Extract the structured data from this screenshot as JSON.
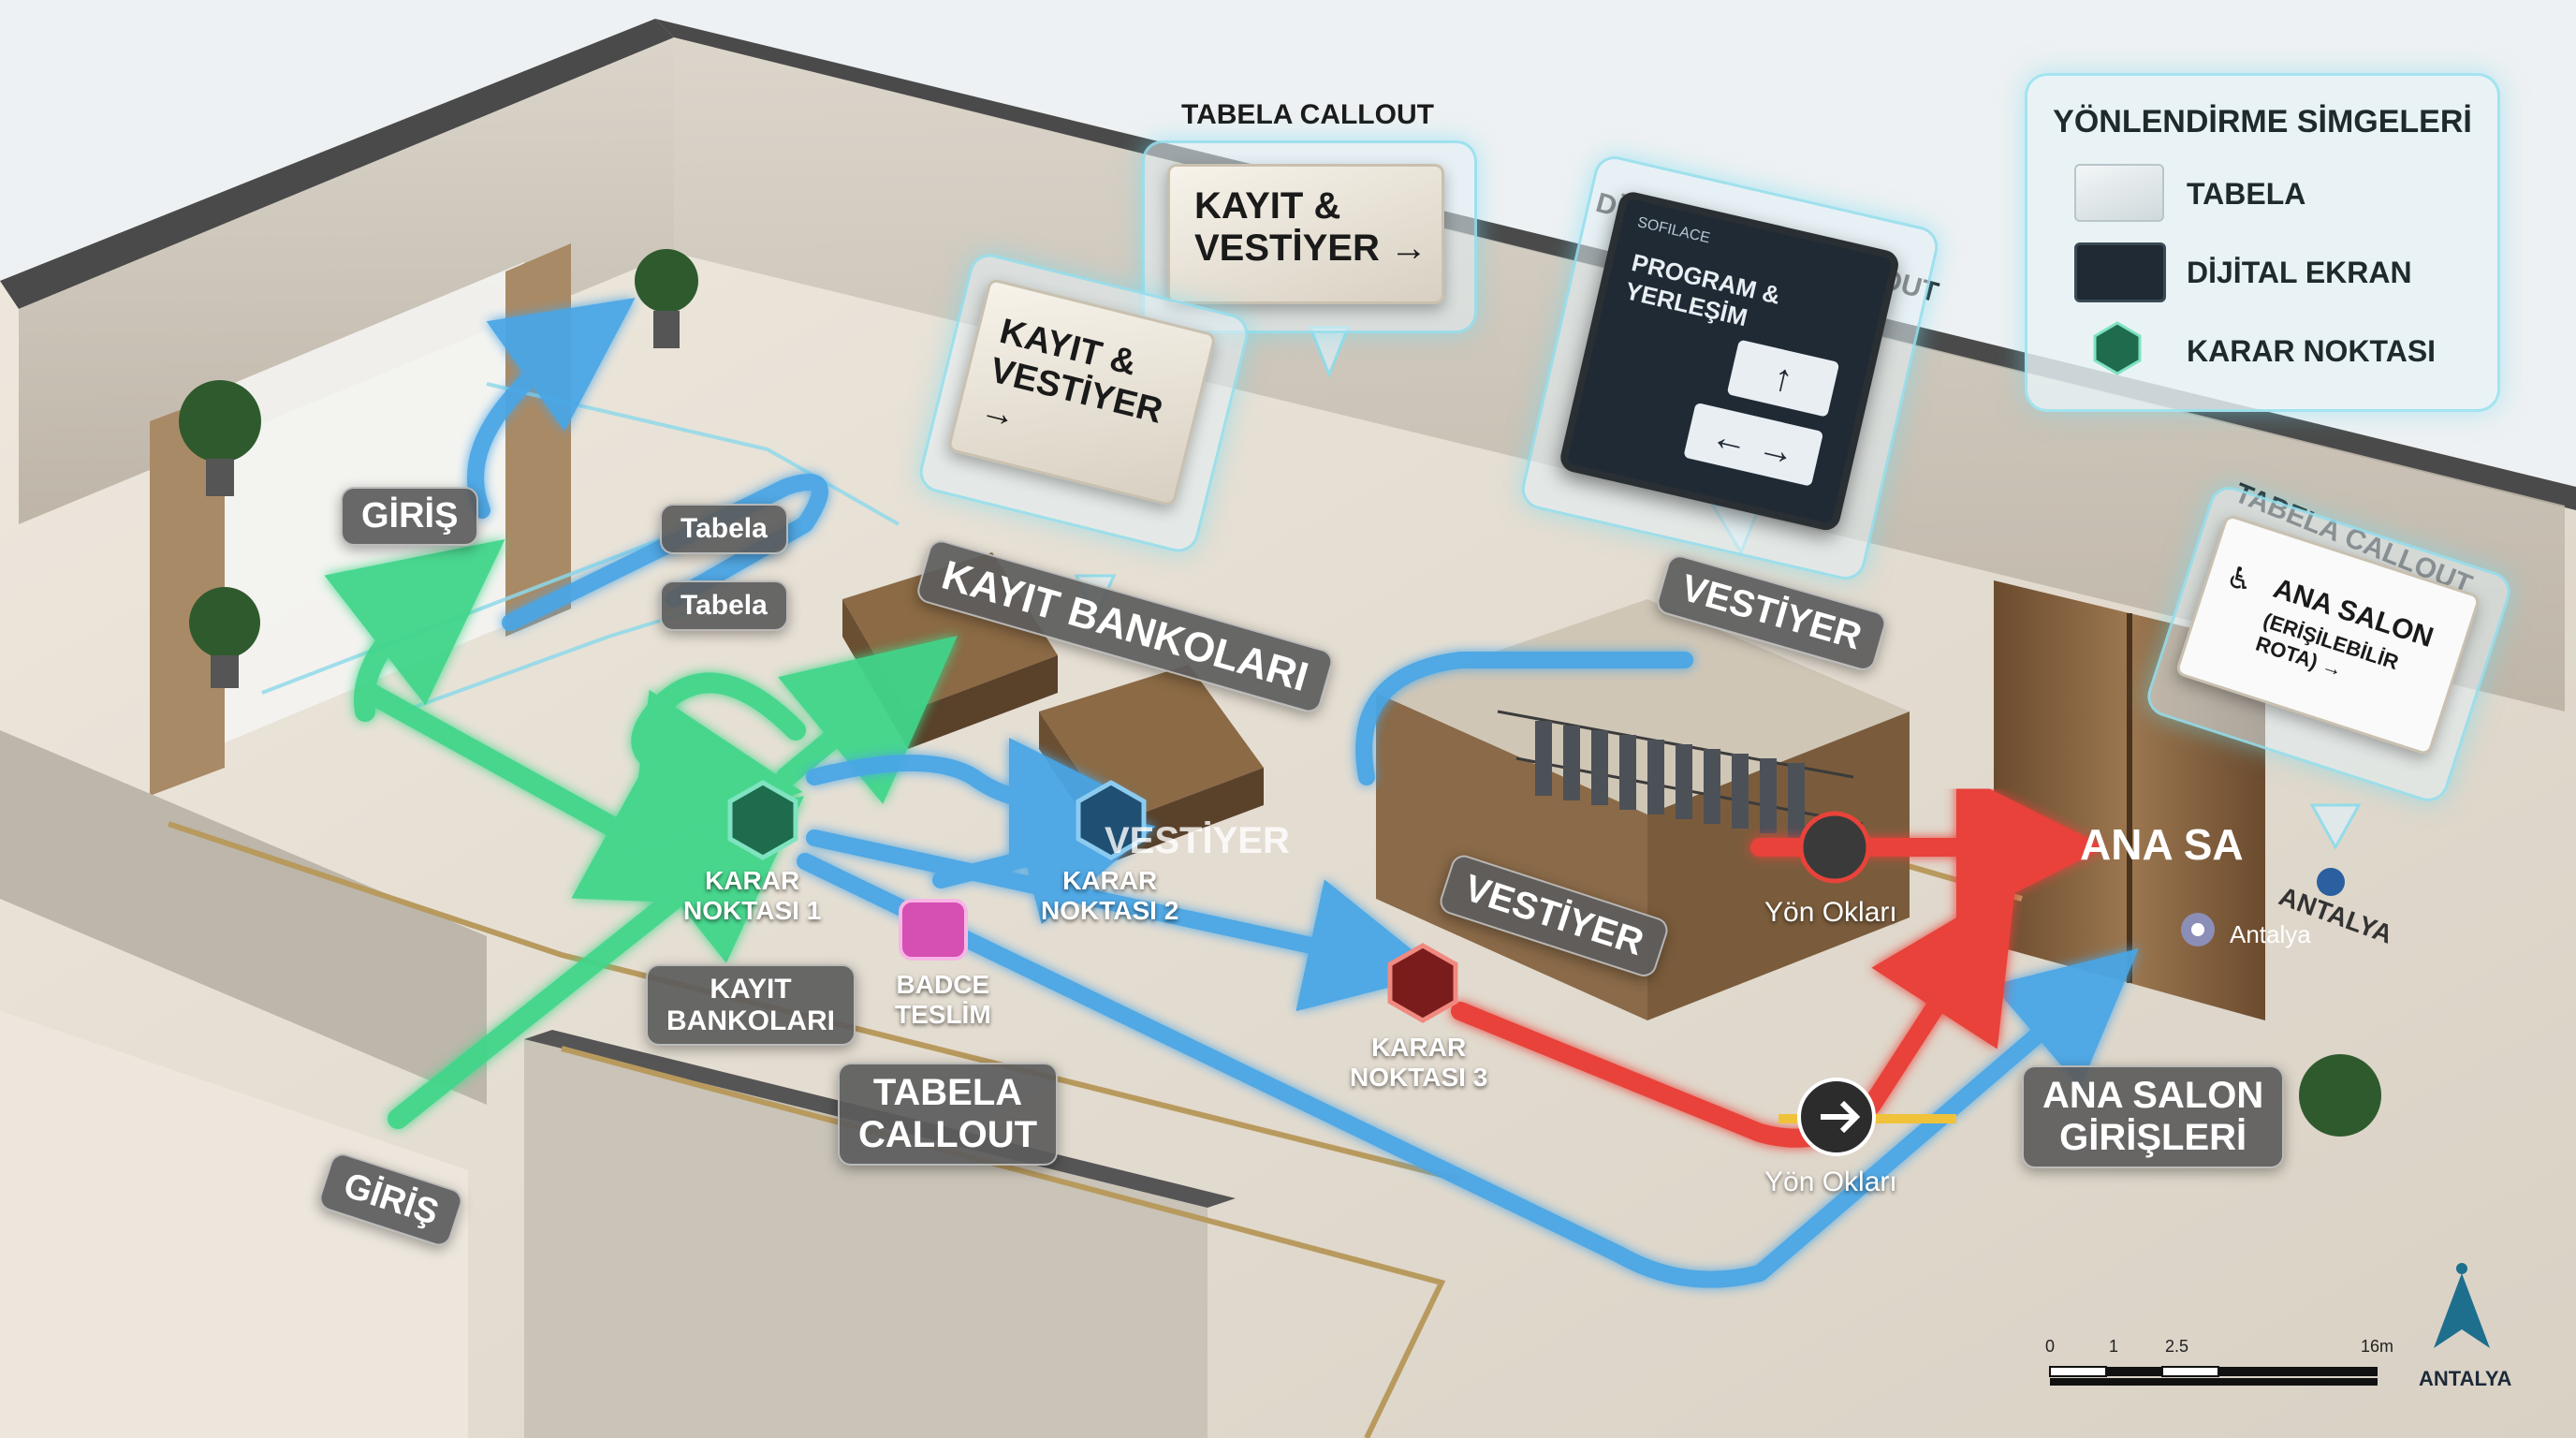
{
  "legend": {
    "title": "YÖNLENDİRME SİMGELERİ",
    "items": [
      {
        "label": "TABELA",
        "icon": "tabela-icon"
      },
      {
        "label": "DİJİTAL EKRAN",
        "icon": "digital-screen-icon"
      },
      {
        "label": "KARAR NOKTASI",
        "icon": "decision-point-icon"
      }
    ]
  },
  "callouts": {
    "tabela_top": "TABELA CALLOUT",
    "tabela_top_sign": [
      "KAYIT &",
      "VESTİYER →"
    ],
    "tabela_left_sign": [
      "KAYIT &",
      "VESTİYER →"
    ],
    "digital": "DİJİTAL EKRAN CALLOUT",
    "digital_screen_title": "PROGRAM & YERLEŞİM",
    "digital_screen_brand": "SOFILACE",
    "tabela_right": "TABELA CALLOUT",
    "tabela_right_sign": [
      "ANA SALON",
      "(ERİŞİLEBİLİR ROTA) →"
    ]
  },
  "labels": {
    "giris_top": "GİRİŞ",
    "giris_bottom": "GİRİŞ",
    "tabela1": "Tabela",
    "tabela2": "Tabela",
    "kayit_bankolari_big": "KAYIT BANKOLARI",
    "kayit_bankolari_small": [
      "KAYIT",
      "BANKOLARI"
    ],
    "vestiyer_top": "VESTİYER",
    "vestiyer_mid": "VESTİYER",
    "vestiyer_ghost": "VESTİYER",
    "karar1": [
      "KARAR",
      "NOKTASI 1"
    ],
    "karar2": [
      "KARAR",
      "NOKTASI 2"
    ],
    "karar3": [
      "KARAR",
      "NOKTASI 3"
    ],
    "badge": [
      "BADCE",
      "TESLİM"
    ],
    "tabela_callout_mid": [
      "TABELA",
      "CALLOUT"
    ],
    "yon_oklari_1": "Yön Okları",
    "yon_oklari_2": "Yön Okları",
    "ana_sa": "ANA SA",
    "ana_salon_girisleri": [
      "ANA SALON",
      "GİRİŞLERİ"
    ],
    "antalya_pin": "Antalya",
    "antalya_wall": "ANTALYA",
    "logo_text": "ANTALYA"
  },
  "scale": {
    "ticks": [
      "0",
      "1",
      "2.5",
      "16m"
    ]
  },
  "colors": {
    "green_route": "#3fd68a",
    "blue_route": "#4aa6e6",
    "red_route": "#e8433a",
    "accent_glow": "#7fe3f0",
    "floor": "#e6dfd3",
    "wall_wood": "#8a6a48",
    "decision_hex": "#1e6b4e"
  }
}
